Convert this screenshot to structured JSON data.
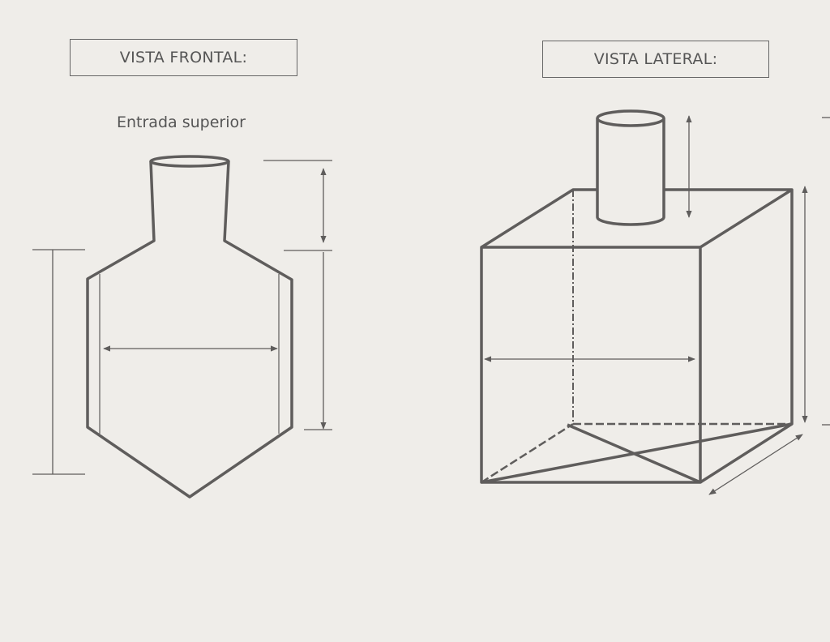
{
  "front_view": {
    "title": "VISTA FRONTAL:",
    "caption": "Entrada superior"
  },
  "side_view": {
    "title": "VISTA LATERAL:"
  },
  "colors": {
    "background": "#efede9",
    "line": "#5f5d5c"
  }
}
